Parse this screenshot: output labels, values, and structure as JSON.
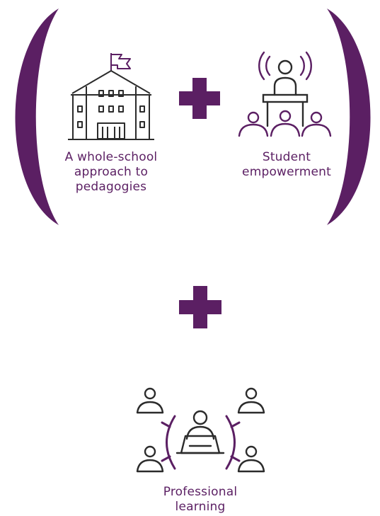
{
  "colors": {
    "accent": "#5b1f63",
    "icon_stroke": "#2b2b2b",
    "background": "#ffffff"
  },
  "items": {
    "school": {
      "icon": "school-building-with-flag-icon",
      "label_lines": [
        "A whole-school",
        "approach to",
        "pedagogies"
      ]
    },
    "student": {
      "icon": "speaker-at-podium-with-audience-icon",
      "label_lines": [
        "Student",
        "empowerment"
      ]
    },
    "professional": {
      "icon": "collaborative-meeting-icon",
      "label_lines": [
        "Professional",
        "learning"
      ]
    }
  },
  "operators": [
    "plus-icon",
    "plus-icon"
  ],
  "grouping": "parentheses-icon"
}
